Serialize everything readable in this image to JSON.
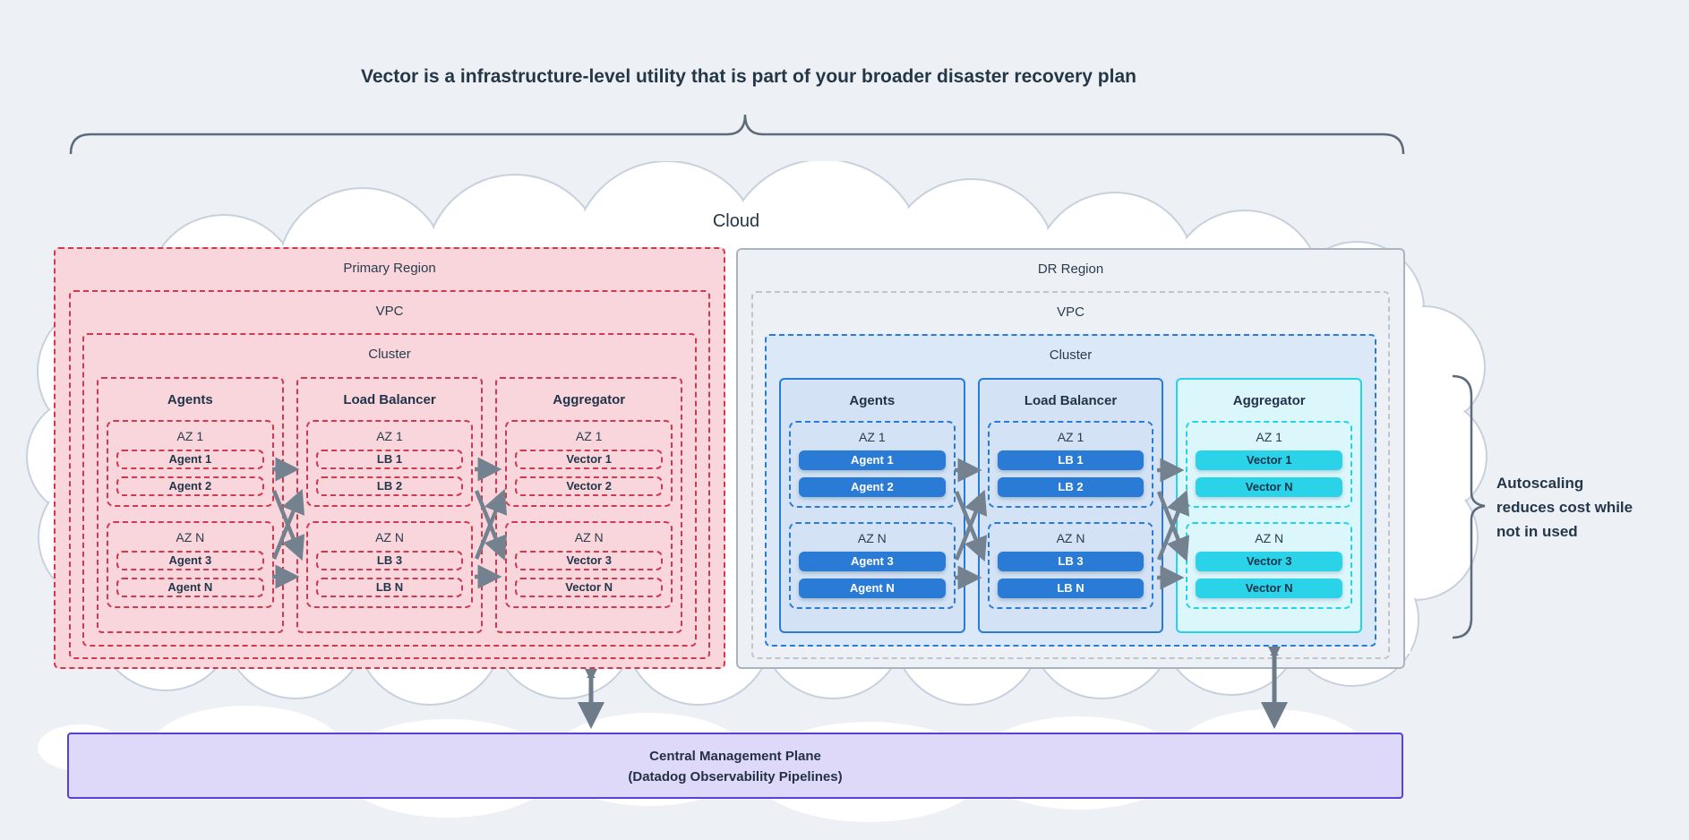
{
  "title": "Vector is a infrastructure-level utility that is part of your broader disaster recovery plan",
  "cloud": {
    "label": "Cloud"
  },
  "regions": [
    {
      "label": "Primary Region",
      "vpc_label": "VPC",
      "cluster_label": "Cluster",
      "columns": [
        {
          "header": "Agents",
          "azs": [
            {
              "label": "AZ 1",
              "items": [
                "Agent 1",
                "Agent 2"
              ]
            },
            {
              "label": "AZ N",
              "items": [
                "Agent 3",
                "Agent N"
              ]
            }
          ]
        },
        {
          "header": "Load Balancer",
          "azs": [
            {
              "label": "AZ 1",
              "items": [
                "LB 1",
                "LB 2"
              ]
            },
            {
              "label": "AZ N",
              "items": [
                "LB 3",
                "LB N"
              ]
            }
          ]
        },
        {
          "header": "Aggregator",
          "azs": [
            {
              "label": "AZ 1",
              "items": [
                "Vector 1",
                "Vector 2"
              ]
            },
            {
              "label": "AZ N",
              "items": [
                "Vector 3",
                "Vector N"
              ]
            }
          ]
        }
      ]
    },
    {
      "label": "DR Region",
      "vpc_label": "VPC",
      "cluster_label": "Cluster",
      "columns": [
        {
          "header": "Agents",
          "azs": [
            {
              "label": "AZ 1",
              "items": [
                "Agent 1",
                "Agent 2"
              ]
            },
            {
              "label": "AZ N",
              "items": [
                "Agent 3",
                "Agent N"
              ]
            }
          ]
        },
        {
          "header": "Load Balancer",
          "azs": [
            {
              "label": "AZ 1",
              "items": [
                "LB 1",
                "LB 2"
              ]
            },
            {
              "label": "AZ N",
              "items": [
                "LB 3",
                "LB N"
              ]
            }
          ]
        },
        {
          "header": "Aggregator",
          "azs": [
            {
              "label": "AZ 1",
              "items": [
                "Vector 1",
                "Vector N"
              ]
            },
            {
              "label": "AZ N",
              "items": [
                "Vector 3",
                "Vector N"
              ]
            }
          ]
        }
      ]
    }
  ],
  "annotation": {
    "line1": "Autoscaling",
    "line2": "reduces cost while",
    "line3": "not in used"
  },
  "management_plane": {
    "line1": "Central Management Plane",
    "line2": "(Datadog Observability Pipelines)"
  },
  "colors": {
    "background": "#edf1f5",
    "primary_accent": "#d0394f",
    "primary_fill": "#f8d6db",
    "dr_accent": "#2a7bd5",
    "dr_cluster_fill": "#dbe8f7",
    "aggregator_accent": "#22d3ea",
    "aggregator_fill": "#dcf7fb",
    "plane_border": "#5940d9",
    "plane_fill": "#ded9f8",
    "arrow": "#74828f",
    "brace": "#5d6b7a",
    "cloud_stroke": "#c7d1dd",
    "text": "#24364a"
  }
}
